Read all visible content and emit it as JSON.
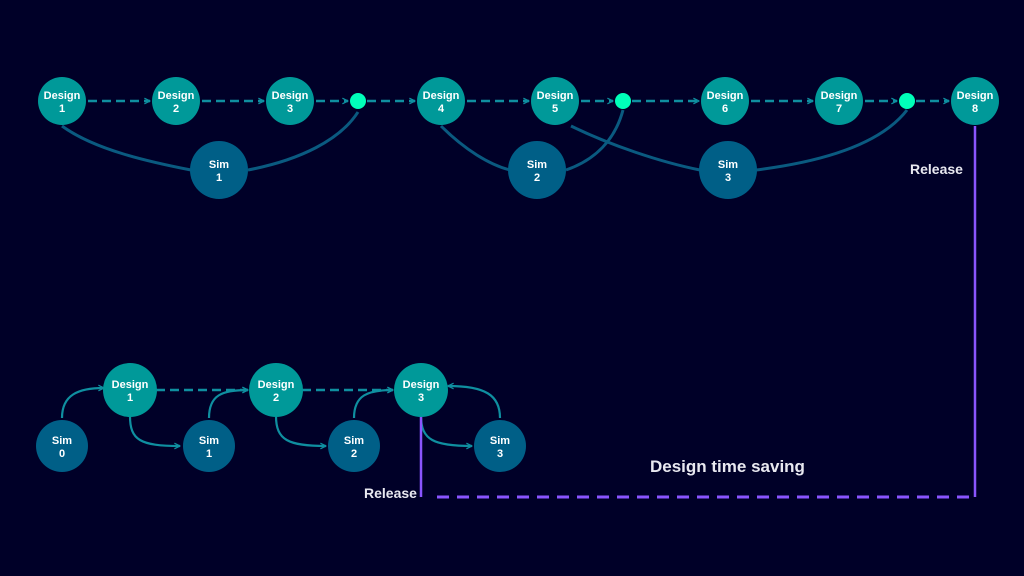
{
  "colors": {
    "background": "#000028",
    "design_node": "#009999",
    "sim_node": "#005f87",
    "junction": "#00ffb9",
    "connector": "#0f8fa0",
    "sim_curve": "#0a5a80",
    "release_line": "#8a55ff"
  },
  "top_flow": {
    "designs": [
      {
        "word": "Design",
        "num": "1"
      },
      {
        "word": "Design",
        "num": "2"
      },
      {
        "word": "Design",
        "num": "3"
      },
      {
        "word": "Design",
        "num": "4"
      },
      {
        "word": "Design",
        "num": "5"
      },
      {
        "word": "Design",
        "num": "6"
      },
      {
        "word": "Design",
        "num": "7"
      },
      {
        "word": "Design",
        "num": "8"
      }
    ],
    "sims": [
      {
        "word": "Sim",
        "num": "1"
      },
      {
        "word": "Sim",
        "num": "2"
      },
      {
        "word": "Sim",
        "num": "3"
      }
    ],
    "release_label": "Release"
  },
  "bottom_flow": {
    "designs": [
      {
        "word": "Design",
        "num": "1"
      },
      {
        "word": "Design",
        "num": "2"
      },
      {
        "word": "Design",
        "num": "3"
      }
    ],
    "sims": [
      {
        "word": "Sim",
        "num": "0"
      },
      {
        "word": "Sim",
        "num": "1"
      },
      {
        "word": "Sim",
        "num": "2"
      },
      {
        "word": "Sim",
        "num": "3"
      }
    ],
    "release_label": "Release"
  },
  "saving_label": "Design time saving"
}
